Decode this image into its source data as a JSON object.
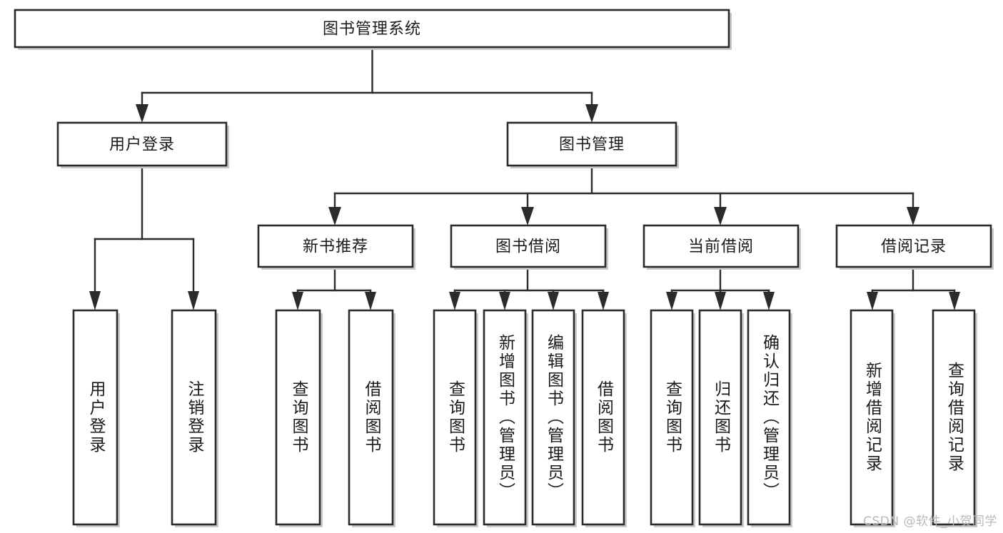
{
  "diagram": {
    "type": "tree-hierarchy-flowchart",
    "title": "图书管理系统",
    "orientation": "top-down",
    "root": {
      "id": "root",
      "label": "图书管理系统",
      "text_orientation": "horizontal"
    },
    "level2": [
      {
        "id": "user-login",
        "label": "用户登录",
        "text_orientation": "horizontal"
      },
      {
        "id": "book-manage",
        "label": "图书管理",
        "text_orientation": "horizontal"
      }
    ],
    "level3": [
      {
        "id": "new-book-recommend",
        "label": "新书推荐",
        "parent": "book-manage",
        "text_orientation": "horizontal"
      },
      {
        "id": "book-borrow",
        "label": "图书借阅",
        "parent": "book-manage",
        "text_orientation": "horizontal"
      },
      {
        "id": "current-borrow",
        "label": "当前借阅",
        "parent": "book-manage",
        "text_orientation": "horizontal"
      },
      {
        "id": "borrow-record",
        "label": "借阅记录",
        "parent": "book-manage",
        "text_orientation": "horizontal"
      }
    ],
    "leaves": [
      {
        "id": "leaf-user-login",
        "label": "用户登录",
        "parent": "user-login",
        "text_orientation": "vertical"
      },
      {
        "id": "leaf-logout-login",
        "label": "注销登录",
        "parent": "user-login",
        "text_orientation": "vertical"
      },
      {
        "id": "leaf-query-book-1",
        "label": "查询图书",
        "parent": "new-book-recommend",
        "text_orientation": "vertical"
      },
      {
        "id": "leaf-borrow-book-1",
        "label": "借阅图书",
        "parent": "new-book-recommend",
        "text_orientation": "vertical"
      },
      {
        "id": "leaf-query-book-2",
        "label": "查询图书",
        "parent": "book-borrow",
        "text_orientation": "vertical"
      },
      {
        "id": "leaf-add-book-admin",
        "label": "新增图书（管理员）",
        "parent": "book-borrow",
        "text_orientation": "vertical"
      },
      {
        "id": "leaf-edit-book-admin",
        "label": "编辑图书（管理员）",
        "parent": "book-borrow",
        "text_orientation": "vertical"
      },
      {
        "id": "leaf-borrow-book-2",
        "label": "借阅图书",
        "parent": "book-borrow",
        "text_orientation": "vertical"
      },
      {
        "id": "leaf-query-book-3",
        "label": "查询图书",
        "parent": "current-borrow",
        "text_orientation": "vertical"
      },
      {
        "id": "leaf-return-book",
        "label": "归还图书",
        "parent": "current-borrow",
        "text_orientation": "vertical"
      },
      {
        "id": "leaf-confirm-return-admin",
        "label": "确认归还（管理员）",
        "parent": "current-borrow",
        "text_orientation": "vertical"
      },
      {
        "id": "leaf-add-borrow-record",
        "label": "新增借阅记录",
        "parent": "borrow-record",
        "text_orientation": "vertical"
      },
      {
        "id": "leaf-query-borrow-record",
        "label": "查询借阅记录",
        "parent": "borrow-record",
        "text_orientation": "vertical"
      }
    ]
  },
  "watermark": {
    "text": "CSDN @软件_小贺同学"
  },
  "colors": {
    "box_stroke": "#2b2b2b",
    "box_fill": "#ffffff",
    "line": "#2b2b2b",
    "text": "#1a1a1a",
    "shadow": "#c9c9c9",
    "watermark": "#b9b9b9",
    "background": "#ffffff"
  }
}
